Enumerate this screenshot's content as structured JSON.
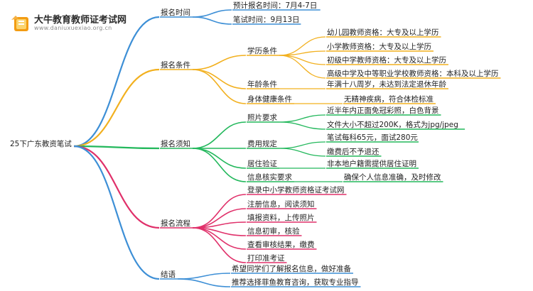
{
  "logo": {
    "title": "大牛教育教师证考试网",
    "subtitle": "www.daniuxuexiao.org.cn"
  },
  "root": {
    "label": "25下广东教资笔试"
  },
  "branches": [
    {
      "label": "报名时间",
      "color": "#3d8fd6",
      "children": [
        {
          "label": "预计报名时间：7月4-7日"
        },
        {
          "label": "笔试时间：9月13日"
        }
      ]
    },
    {
      "label": "报名条件",
      "color": "#f2b01e",
      "children": [
        {
          "label": "学历条件",
          "children": [
            {
              "label": "幼儿园教师资格：大专及以上学历"
            },
            {
              "label": "小学教师资格：大专及以上学历"
            },
            {
              "label": "初级中学教师资格：大专及以上学历"
            },
            {
              "label": "高级中学及中等职业学校教师资格：本科及以上学历"
            }
          ]
        },
        {
          "label": "年龄条件",
          "children": [
            {
              "label": "年满十八周岁，未达到法定退休年龄"
            }
          ]
        },
        {
          "label": "身体健康条件",
          "children": [
            {
              "label": "无精神疾病，符合体检标准"
            }
          ]
        }
      ]
    },
    {
      "label": "报名须知",
      "color": "#23b85c",
      "children": [
        {
          "label": "照片要求",
          "children": [
            {
              "label": "近半年内正面免冠彩照，白色背景"
            },
            {
              "label": "文件大小不超过200K，格式为jpg/jpeg"
            }
          ]
        },
        {
          "label": "费用规定",
          "children": [
            {
              "label": "笔试每科65元，面试280元"
            },
            {
              "label": "缴费后不予退还"
            }
          ]
        },
        {
          "label": "居住验证",
          "children": [
            {
              "label": "非本地户籍需提供居住证明"
            }
          ]
        },
        {
          "label": "信息核实要求",
          "children": [
            {
              "label": "确保个人信息准确，及时修改"
            }
          ]
        }
      ]
    },
    {
      "label": "报名流程",
      "color": "#e0306a",
      "children": [
        {
          "label": "登录中小学教师资格证考试网"
        },
        {
          "label": "注册信息，阅读须知"
        },
        {
          "label": "填报资料，上传照片"
        },
        {
          "label": "信息初审，核验"
        },
        {
          "label": "查看审核结果，缴费"
        },
        {
          "label": "打印准考证"
        }
      ]
    },
    {
      "label": "结语",
      "color": "#3d8fd6",
      "children": [
        {
          "label": "希望同学们了解报名信息，做好准备"
        },
        {
          "label": "推荐选择菲鱼教育咨询，获取专业指导"
        }
      ]
    }
  ]
}
